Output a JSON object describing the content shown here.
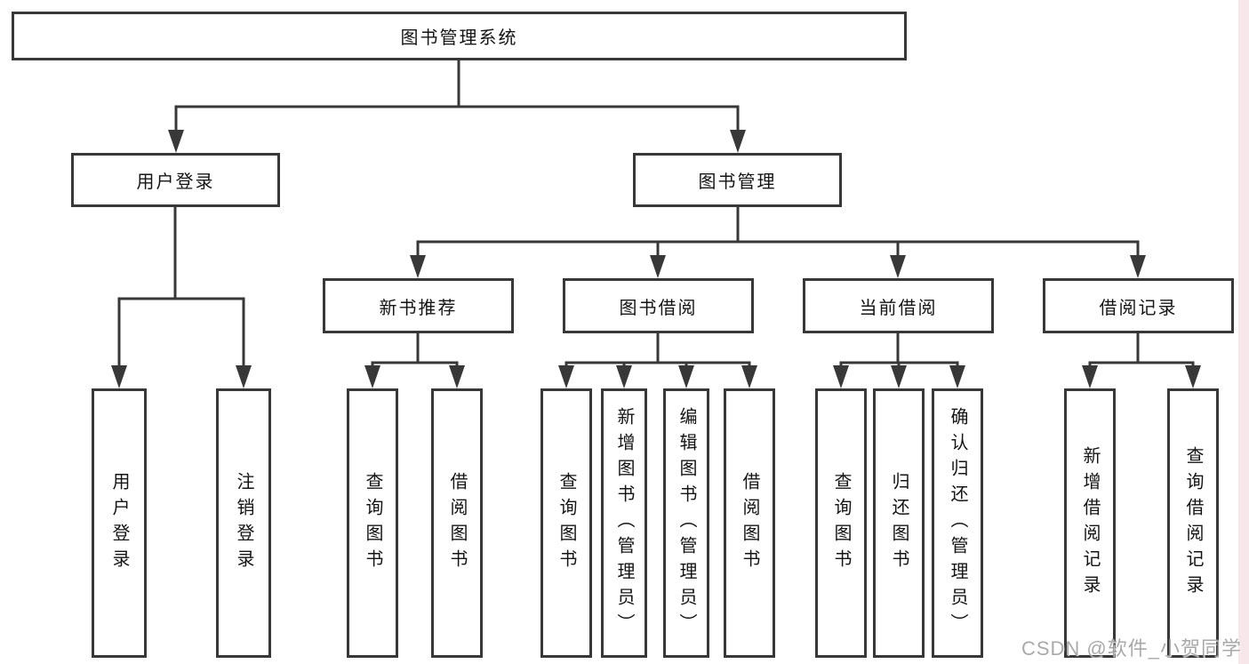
{
  "diagram": {
    "root": {
      "label": "图书管理系统"
    },
    "branches": [
      {
        "label": "用户登录",
        "children": [
          {
            "label": "用户登录"
          },
          {
            "label": "注销登录"
          }
        ]
      },
      {
        "label": "图书管理",
        "children": [
          {
            "label": "新书推荐",
            "children": [
              {
                "label": "查询图书"
              },
              {
                "label": "借阅图书"
              }
            ]
          },
          {
            "label": "图书借阅",
            "children": [
              {
                "label": "查询图书"
              },
              {
                "label": "新增图书（管理员）"
              },
              {
                "label": "编辑图书（管理员）"
              },
              {
                "label": "借阅图书"
              }
            ]
          },
          {
            "label": "当前借阅",
            "children": [
              {
                "label": "查询图书"
              },
              {
                "label": "归还图书"
              },
              {
                "label": "确认归还（管理员）"
              }
            ]
          },
          {
            "label": "借阅记录",
            "children": [
              {
                "label": "新增借阅记录"
              },
              {
                "label": "查询借阅记录"
              }
            ]
          }
        ]
      }
    ],
    "line_color": "#383838"
  },
  "watermark": {
    "text": "CSDN @软件_小贺同学"
  }
}
